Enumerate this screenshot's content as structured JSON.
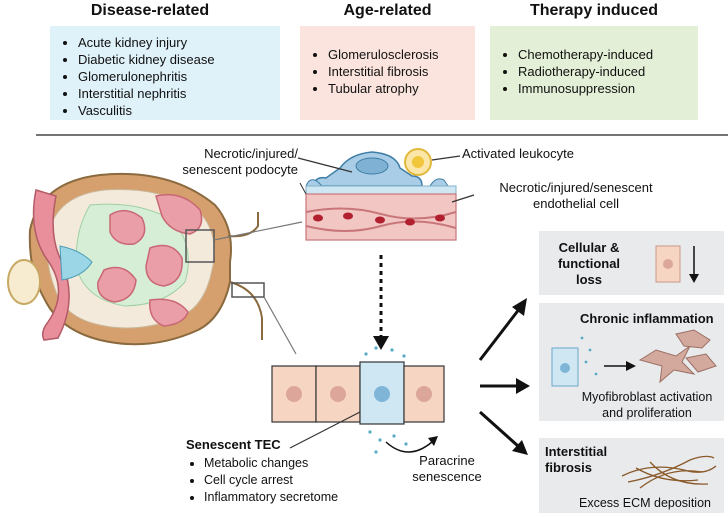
{
  "categories": [
    {
      "title": "Disease-related",
      "items": [
        "Acute kidney injury",
        "Diabetic kidney disease",
        "Glomerulonephritis",
        "Interstitial nephritis",
        "Vasculitis"
      ]
    },
    {
      "title": "Age-related",
      "items": [
        "Glomerulosclerosis",
        "Interstitial fibrosis",
        "Tubular atrophy"
      ]
    },
    {
      "title": "Therapy induced",
      "items": [
        "Chemotherapy-induced",
        "Radiotherapy-induced",
        "Immunosuppression"
      ]
    }
  ],
  "colors": {
    "disease_bg": "#dff1f9",
    "age_bg": "#fbe4de",
    "therapy_bg": "#e3efd6",
    "outcome_bg": "#e9eaec",
    "tec_senescent": "#cfe6f3",
    "tec_normal": "#f6d6c2"
  },
  "labels": {
    "podocyte": "Necrotic/injured/\nsenescent podocyte",
    "leukocyte": "Activated leukocyte",
    "endothelial": "Necrotic/injured/senescent\nendothelial cell",
    "tec_title": "Senescent TEC",
    "tec_items": [
      "Metabolic changes",
      "Cell cycle arrest",
      "Inflammatory secretome"
    ],
    "paracrine": "Paracrine\nsenescence"
  },
  "outcomes": {
    "loss_title": "Cellular &\nfunctional\nloss",
    "inflammation_title": "Chronic inflammation",
    "inflammation_sub": "Myofibroblast activation\nand proliferation",
    "fibrosis_title": "Interstitial\nfibrosis",
    "fibrosis_sub": "Excess ECM deposition"
  }
}
